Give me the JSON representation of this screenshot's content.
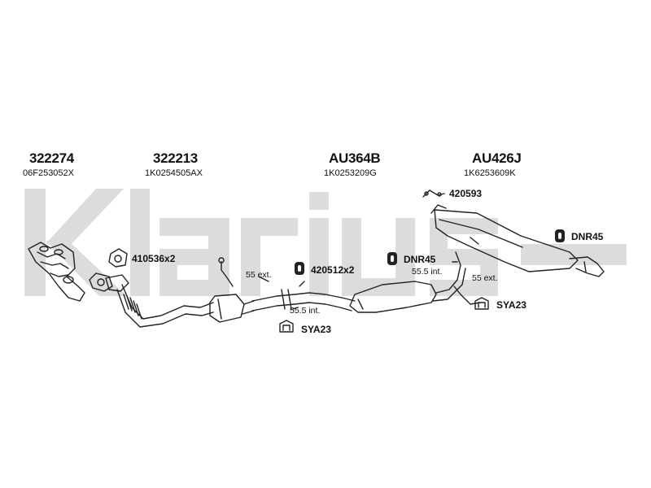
{
  "watermark": "Klarius",
  "groups": [
    {
      "part": "322274",
      "oem": "06F253052X"
    },
    {
      "part": "322213",
      "oem": "1K0254505AX"
    },
    {
      "part": "AU364B",
      "oem": "1K0253209G"
    },
    {
      "part": "AU426J",
      "oem": "1K6253609K"
    }
  ],
  "fittings": {
    "f1": "410536x2",
    "f2": "420512x2",
    "f3": "DNR45",
    "f4": "420593",
    "f5": "DNR45",
    "f6": "SYA23",
    "f7": "SYA23"
  },
  "notes": {
    "n1": "55 ext.",
    "n2": "55.5 int.",
    "n3": "55.5 int.",
    "n4": "55 ext."
  },
  "colors": {
    "watermark": "#d9d9d9",
    "line": "#222222",
    "ink": "#111111"
  }
}
